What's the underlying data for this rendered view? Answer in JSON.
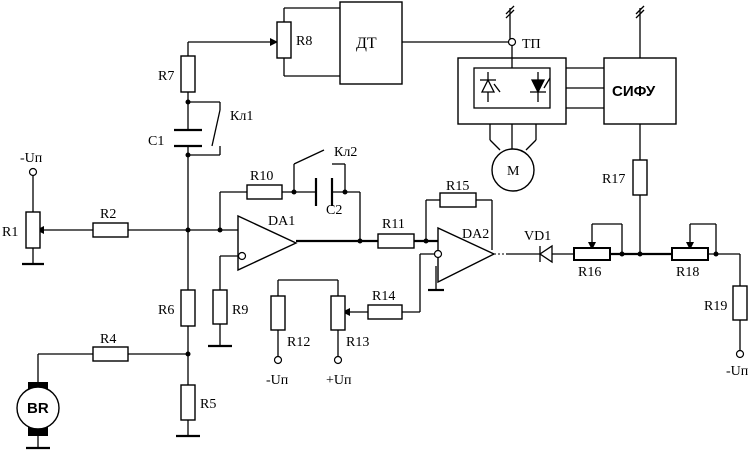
{
  "labels": {
    "R1": "R1",
    "R2": "R2",
    "R4": "R4",
    "R5": "R5",
    "R6": "R6",
    "R7": "R7",
    "R8": "R8",
    "R9": "R9",
    "R10": "R10",
    "R11": "R11",
    "R12": "R12",
    "R13": "R13",
    "R14": "R14",
    "R15": "R15",
    "R16": "R16",
    "R17": "R17",
    "R18": "R18",
    "R19": "R19",
    "C1": "C1",
    "C2": "C2",
    "KL1": "Кл1",
    "KL2": "Кл2",
    "DA1": "DA1",
    "DA2": "DA2",
    "VD1": "VD1",
    "DT": "ДТ",
    "TP": "ТП",
    "SIFU": "СИФУ",
    "M": "М",
    "BR": "BR",
    "minus_up_r1": "-Uп",
    "minus_up_r12": "-Uп",
    "plus_up_r13": "+Uп",
    "minus_up_r19": "-Uп"
  },
  "icons": {
    "motor": "motor-icon",
    "tachogenerator": "tachogenerator-icon",
    "thyristor": "thyristor-icon",
    "diode": "diode-icon",
    "ground": "ground-icon"
  }
}
